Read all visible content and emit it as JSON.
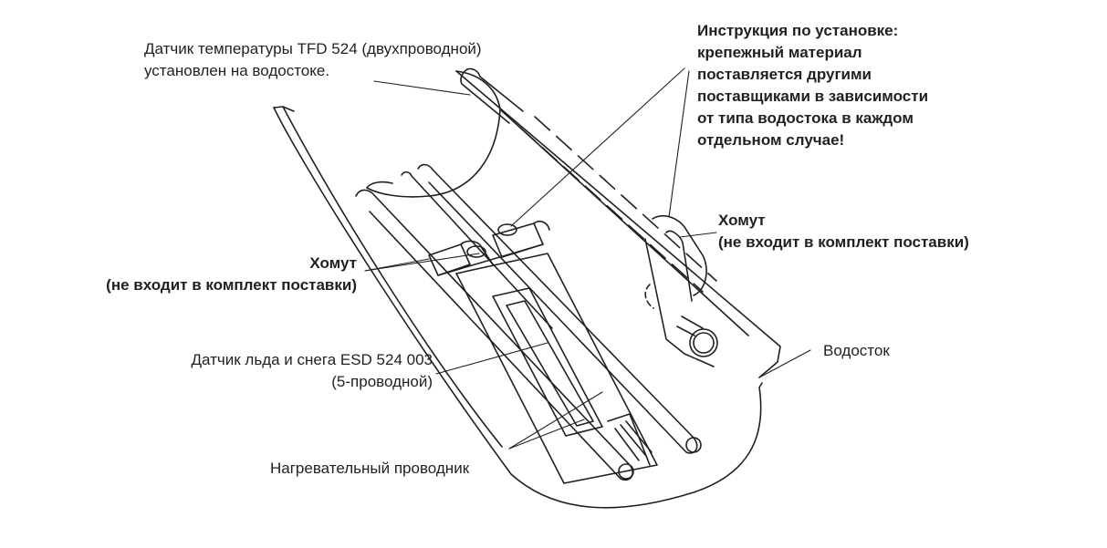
{
  "labels": {
    "temp_sensor": [
      "Датчик температуры TFD 524 (двухпроводной)",
      "установлен на водостоке."
    ],
    "install_note": [
      "Инструкция по установке:",
      "крепежный материал",
      "поставляется другими",
      "поставщиками в зависимости",
      "от типа водостока в каждом",
      "отдельном случае!"
    ],
    "clamp_right": [
      "Хомут",
      "(не входит в комплект поставки)"
    ],
    "clamp_left": [
      "Хомут",
      "(не входит в комплект поставки)"
    ],
    "ice_sensor": [
      "Датчик льда и снега ESD 524 003",
      "(5-проводной)"
    ],
    "gutter": [
      "Водосток"
    ],
    "heating_wire": [
      "Нагревательный проводник"
    ]
  },
  "colors": {
    "stroke": "#231f20",
    "background": "#ffffff"
  }
}
